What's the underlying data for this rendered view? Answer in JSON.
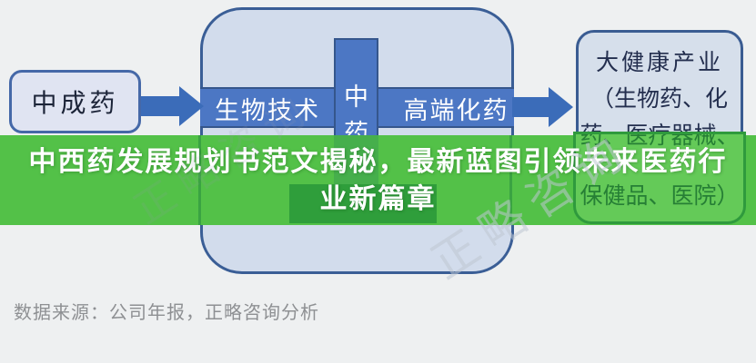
{
  "diagram": {
    "source_box": {
      "label": "中成药"
    },
    "band": {
      "left_label": "生物技术",
      "right_label": "高端化药"
    },
    "column": {
      "top_char": "中",
      "bottom_char": "药"
    },
    "target_box": {
      "lines": [
        "大健康产业",
        "（生物药、化",
        "药、医疗器械、",
        "保健品、医院）"
      ]
    },
    "colors": {
      "band_blue": "#4c77c4",
      "container_fill": "#d2dcec",
      "border_blue": "#3a5e96",
      "arrow_blue": "#3b6cb9",
      "source_fill": "#e0e4f2",
      "target_fill": "#d6dfeb"
    }
  },
  "banner": {
    "line1": "中西药发展规划书范文揭秘，最新蓝图引领未来医药行",
    "line2": "业新篇章",
    "color": "#53c148",
    "text_color": "#ffffff"
  },
  "watermark": {
    "text": "正略咨询"
  },
  "footer": {
    "source_text": "数据来源：公司年报，正略咨询分析"
  }
}
